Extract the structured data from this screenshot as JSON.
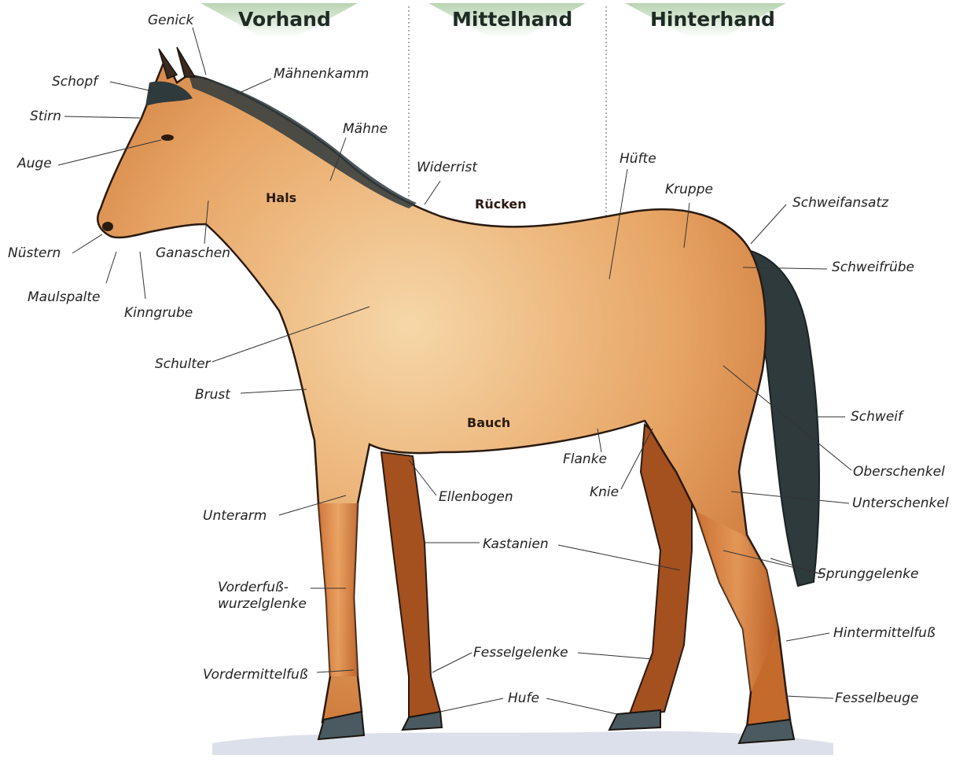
{
  "sections": {
    "front": "Vorhand",
    "middle": "Mittelhand",
    "hind": "Hinterhand"
  },
  "inner_labels": {
    "neck": "Hals",
    "back": "Rücken",
    "belly": "Bauch"
  },
  "parts": {
    "poll": "Genick",
    "crest": "Mähnenkamm",
    "forelock": "Schopf",
    "forehead": "Stirn",
    "eye": "Auge",
    "mane": "Mähne",
    "withers": "Widerrist",
    "hip": "Hüfte",
    "croup": "Kruppe",
    "tail_head": "Schweifansatz",
    "tail_dock": "Schweifrübe",
    "nostril": "Nüstern",
    "cheek": "Ganaschen",
    "mouth": "Maulspalte",
    "chin_groove": "Kinngrube",
    "shoulder": "Schulter",
    "chest": "Brust",
    "tail": "Schweif",
    "flank": "Flanke",
    "thigh": "Oberschenkel",
    "stifle": "Knie",
    "elbow": "Ellenbogen",
    "forearm": "Unterarm",
    "gaskin": "Unterschenkel",
    "chestnuts": "Kastanien",
    "hocks": "Sprunggelenke",
    "knee": "Vorderfuß-\nwurzelglenke",
    "hind_cannon": "Hintermittelfuß",
    "fetlocks": "Fesselgelenke",
    "fore_cannon": "Vordermittelfuß",
    "hooves": "Hufe",
    "pastern": "Fesselbeuge"
  },
  "colors": {
    "coat": "#d98a4a",
    "coat_light": "#f1c48e",
    "coat_dark": "#b45a25",
    "mane_tail": "#2f3a3d",
    "band_green": "#c9dfc4",
    "divider": "#777777"
  }
}
